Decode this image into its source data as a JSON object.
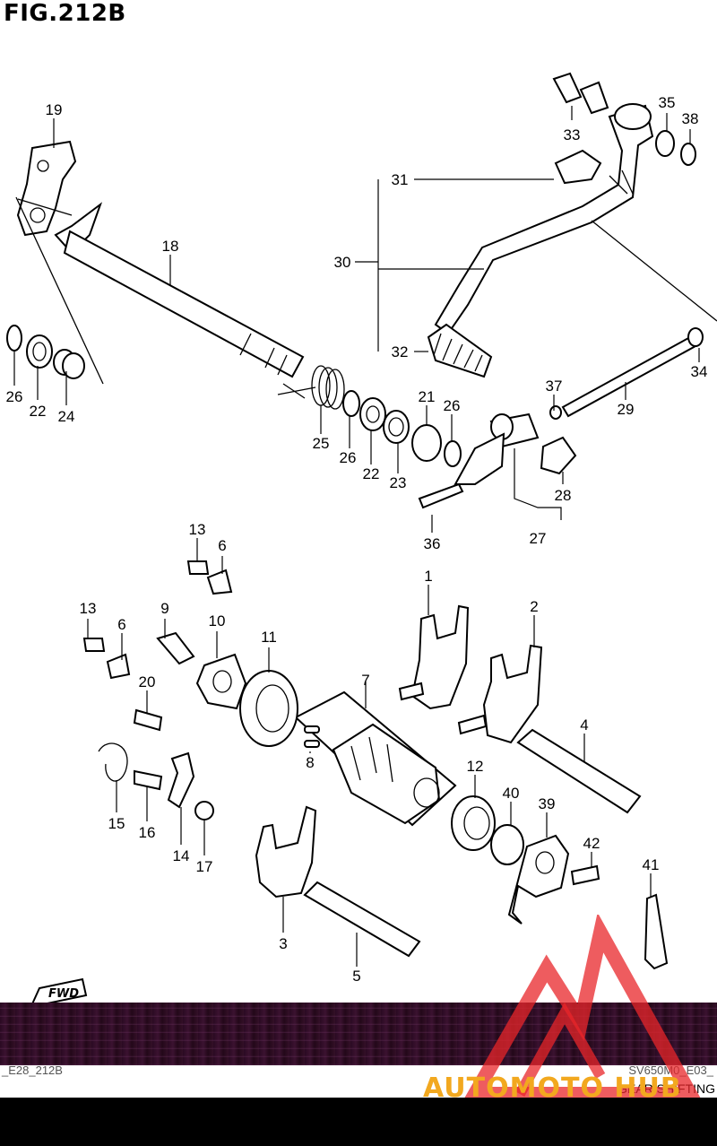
{
  "figure": {
    "title": "FIG.212B"
  },
  "footer": {
    "code_left": "_E28_212B",
    "code_right": "SV650M0_E03_",
    "caption": "GEAR SHIFTING",
    "watermark": "AUTOMOTO HUB"
  },
  "direction_tag": "FWD",
  "callouts": [
    "19",
    "18",
    "26",
    "22",
    "24",
    "25",
    "26",
    "22",
    "23",
    "21",
    "26",
    "37",
    "29",
    "34",
    "31",
    "30",
    "32",
    "33",
    "35",
    "38",
    "28",
    "27",
    "36",
    "13",
    "6",
    "13",
    "6",
    "9",
    "10",
    "11",
    "7",
    "8",
    "1",
    "2",
    "4",
    "20",
    "15",
    "16",
    "14",
    "17",
    "12",
    "40",
    "39",
    "42",
    "41",
    "3",
    "5"
  ],
  "colors": {
    "band": "#2a0a22",
    "watermark_red": "#e8262a",
    "watermark_orange": "#f2a81f"
  }
}
